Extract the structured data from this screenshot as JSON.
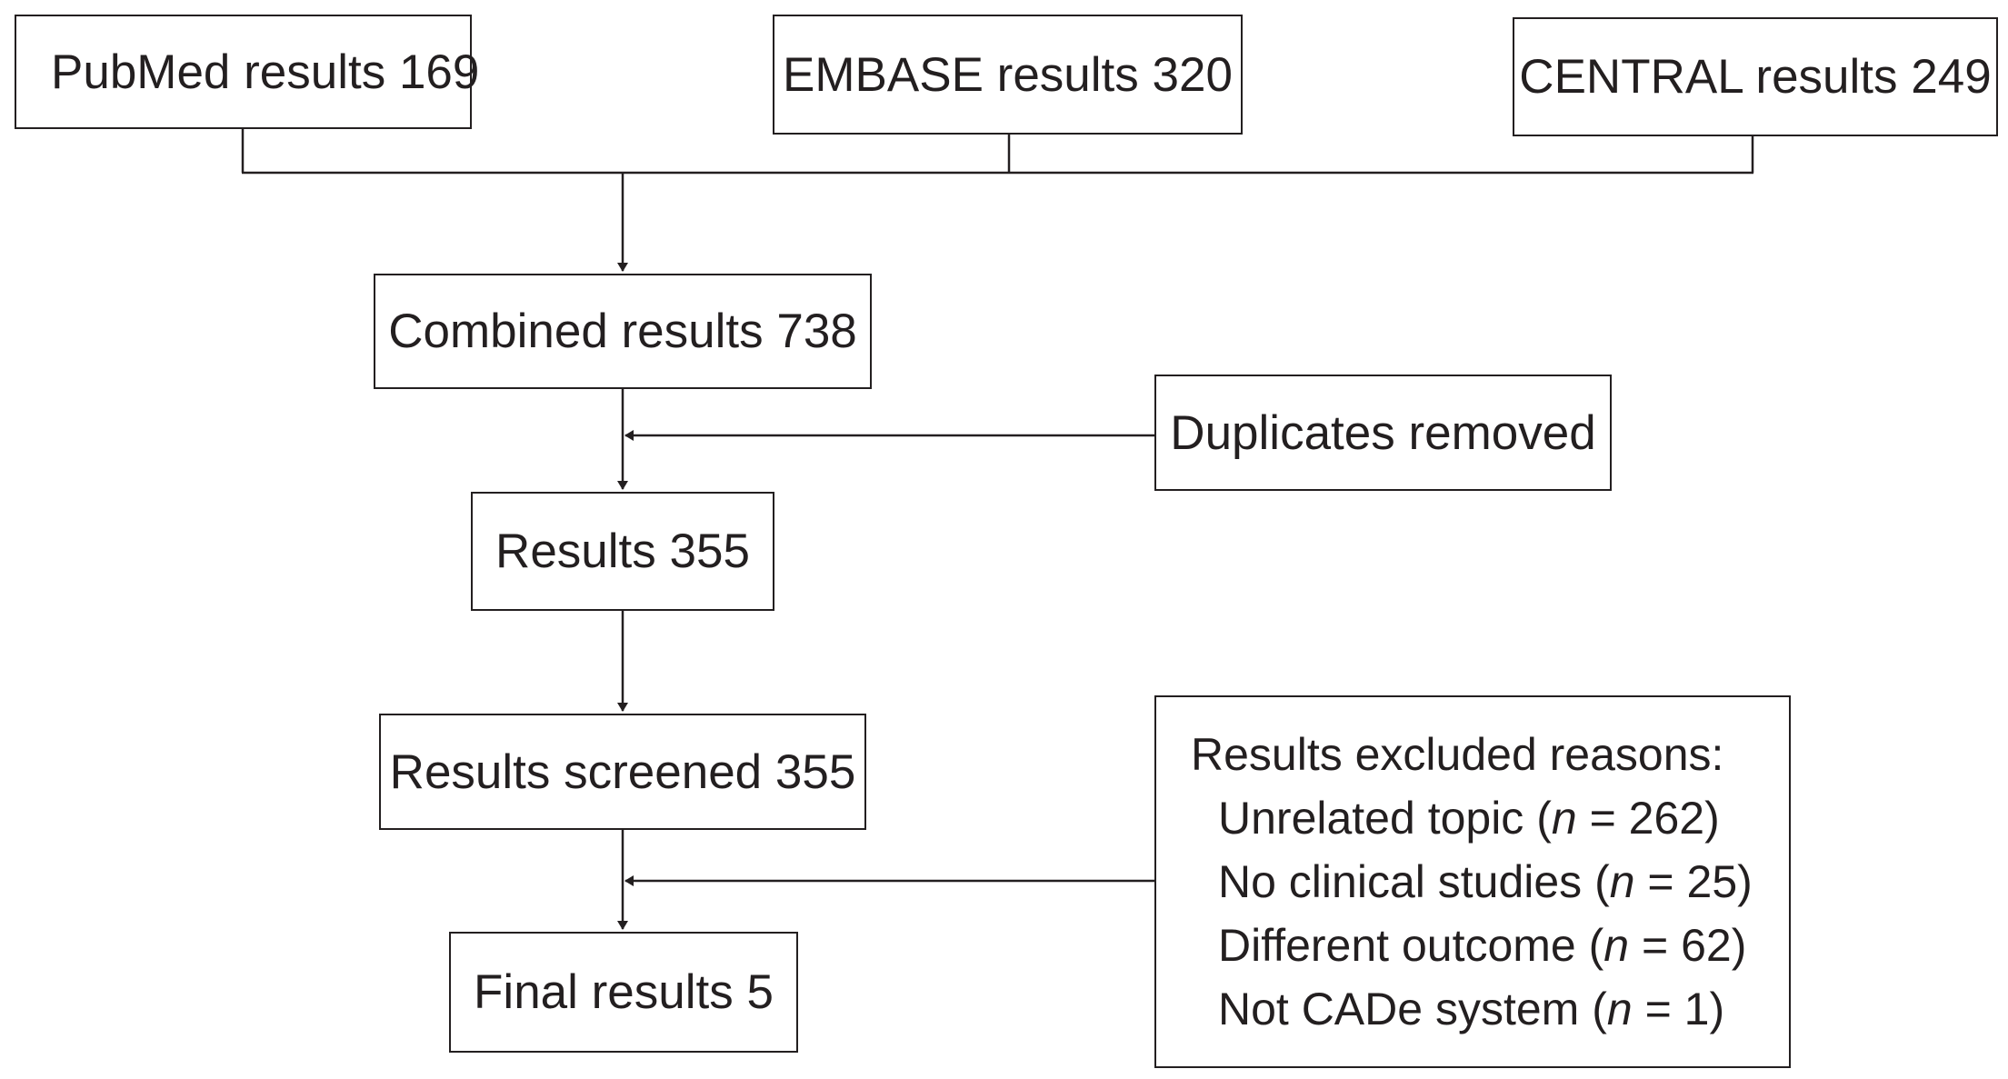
{
  "sources": {
    "pubmed": "PubMed results 169",
    "embase": "EMBASE results 320",
    "central": "CENTRAL results 249"
  },
  "combined": "Combined results 738",
  "duplicates": "Duplicates removed",
  "results": "Results 355",
  "screened": "Results screened 355",
  "final": "Final results 5",
  "exclusions": {
    "title": "Results excluded reasons:",
    "n_symbol": "n",
    "reasons": [
      {
        "label": "Unrelated topic (",
        "count": " = 262)"
      },
      {
        "label": "No clinical studies (",
        "count": " = 25)"
      },
      {
        "label": "Different outcome (",
        "count": " = 62)"
      },
      {
        "label": "Not CADe system (",
        "count": " = 1)"
      }
    ]
  },
  "colors": {
    "line": "#231f20",
    "text": "#231f20",
    "background": "#ffffff"
  }
}
